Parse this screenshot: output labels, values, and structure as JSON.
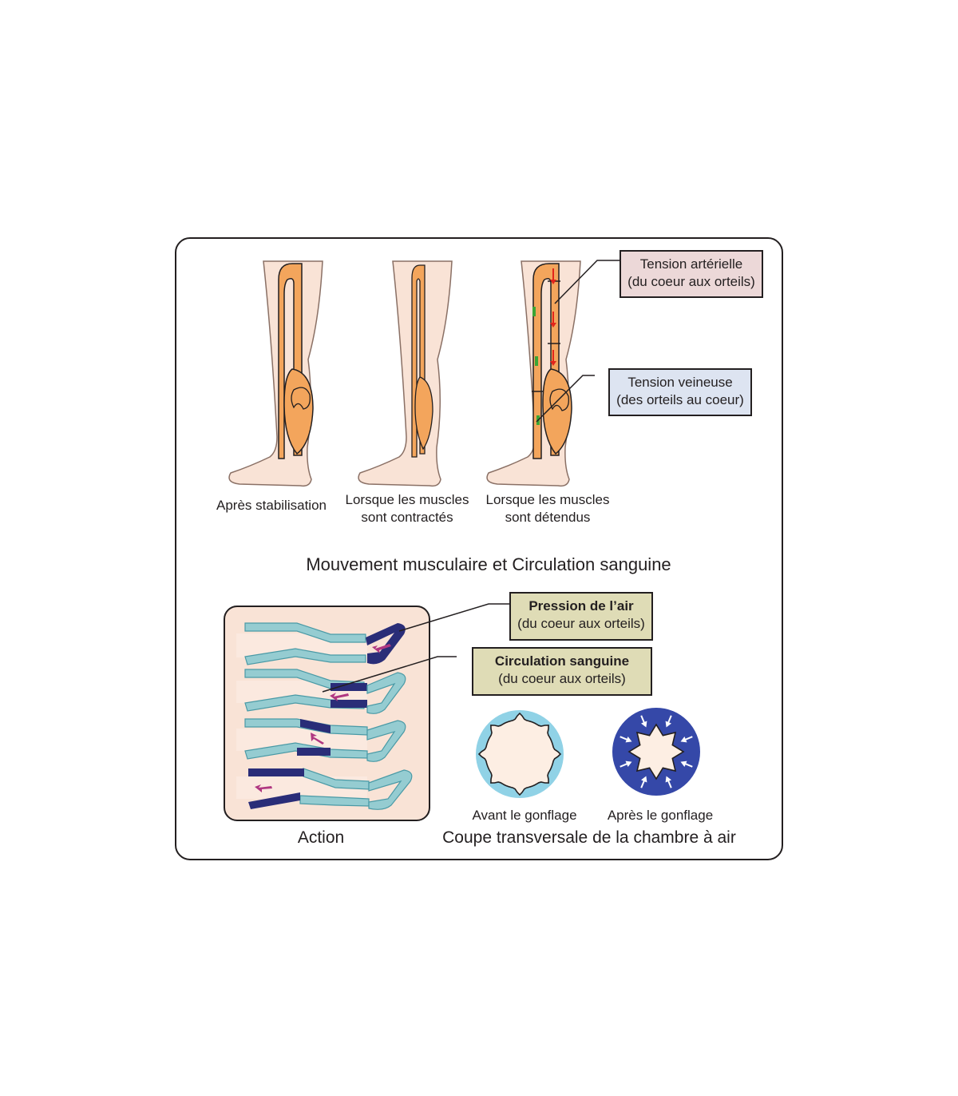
{
  "colors": {
    "frame": "#231f20",
    "skin": "#f9e3d6",
    "skin_line": "#8a7065",
    "vessel": "#f3a55c",
    "valve_green": "#3ba535",
    "arrow_red": "#e2251b",
    "cuff_light": "#95ccd1",
    "cuff_dark": "#2a2d78",
    "flow_arrow": "#b03781",
    "ring_before": "#90d2e6",
    "ring_after": "#3548a8",
    "chamber_inner": "#fdeee3",
    "box_arterial": "#ecd8d8",
    "box_venous": "#dde4f1",
    "box_air": "#dfdcb6"
  },
  "legs": [
    {
      "label": "Après stabilisation"
    },
    {
      "label_line1": "Lorsque les muscles",
      "label_line2": "sont contractés"
    },
    {
      "label_line1": "Lorsque les muscles",
      "label_line2": "sont détendus"
    }
  ],
  "section_title": "Mouvement musculaire et Circulation sanguine",
  "callouts": {
    "arterial": {
      "line1": "Tension artérielle",
      "line2": "(du coeur aux orteils)"
    },
    "venous": {
      "line1": "Tension veineuse",
      "line2": "(des orteils au coeur)"
    },
    "air_pressure": {
      "line1": "Pression de l’air",
      "line2": "(du coeur aux orteils)"
    },
    "blood_circulation": {
      "line1": "Circulation sanguine",
      "line2": "(du coeur aux orteils)"
    }
  },
  "action_label": "Action",
  "chambers": {
    "before_label": "Avant le gonflage",
    "after_label": "Après le gonflage",
    "caption": "Coupe transversale de la chambre à air"
  }
}
